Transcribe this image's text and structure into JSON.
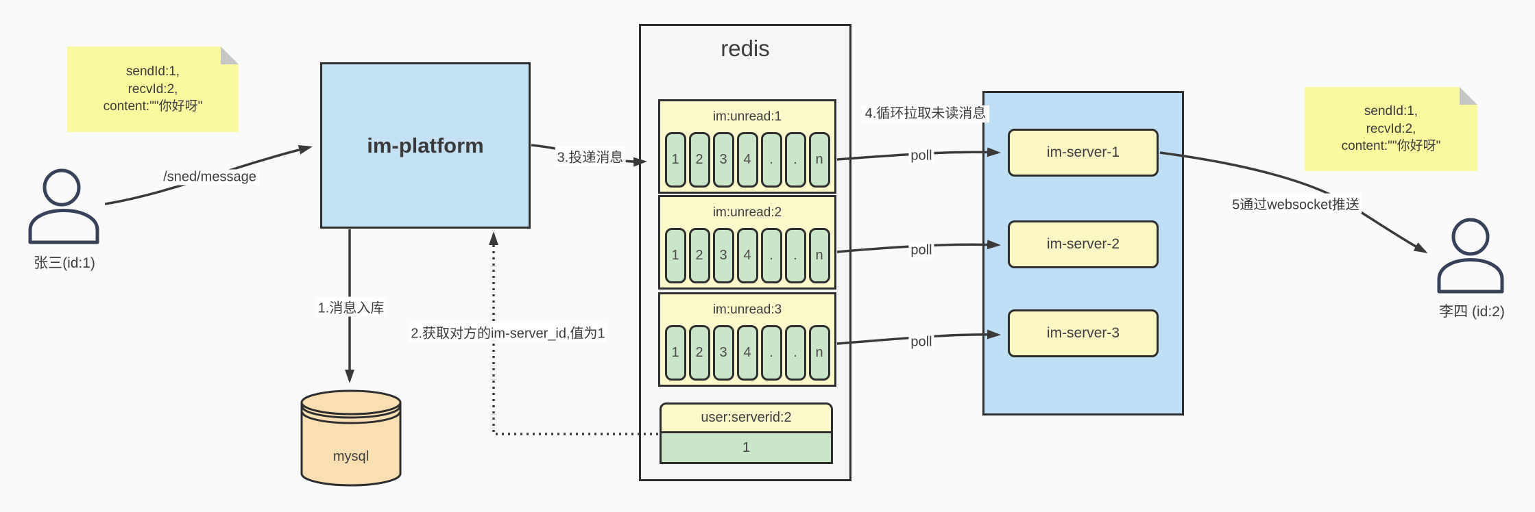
{
  "colors": {
    "canvas_bg": "#fafafa",
    "node_blue": "#c5e1f6",
    "group_blue": "#bfdff7",
    "sticky_yellow": "#fbf9a0",
    "queue_yellow": "#fbf8c9",
    "server_yellow": "#fbf7c3",
    "cell_green": "#cae6c8",
    "db_orange": "#fadfb2",
    "line_dark": "#3a3a3a",
    "border_dark": "#2e2e2e",
    "person_dark": "#36415a"
  },
  "sticky_left": {
    "lines": [
      "sendId:1,",
      "recvId:2,",
      "content:\"\"你好呀\""
    ]
  },
  "sticky_right": {
    "lines": [
      "sendId:1,",
      "recvId:2,",
      "content:\"\"你好呀\""
    ]
  },
  "sender": {
    "label": "张三(id:1)"
  },
  "receiver": {
    "label": "李四 (id:2)"
  },
  "platform": {
    "label": "im-platform"
  },
  "database": {
    "label": "mysql"
  },
  "redis": {
    "title": "redis",
    "queues": [
      {
        "name": "im:unread:1",
        "cells": [
          "1",
          "2",
          "3",
          "4",
          ".",
          ".",
          "n"
        ]
      },
      {
        "name": "im:unread:2",
        "cells": [
          "1",
          "2",
          "3",
          "4",
          ".",
          ".",
          "n"
        ]
      },
      {
        "name": "im:unread:3",
        "cells": [
          "1",
          "2",
          "3",
          "4",
          ".",
          ".",
          "n"
        ]
      }
    ],
    "kv": {
      "key": "user:serverid:2",
      "value": "1"
    }
  },
  "servers": [
    {
      "label": "im-server-1"
    },
    {
      "label": "im-server-2"
    },
    {
      "label": "im-server-3"
    }
  ],
  "flow": {
    "send_api": "/sned/message",
    "step1": "1.消息入库",
    "step2": "2.获取对方的im-server_id,值为1",
    "step3": "3.投递消息",
    "step4": "4.循环拉取未读消息",
    "step5": "5通过websocket推送",
    "poll": "poll"
  }
}
